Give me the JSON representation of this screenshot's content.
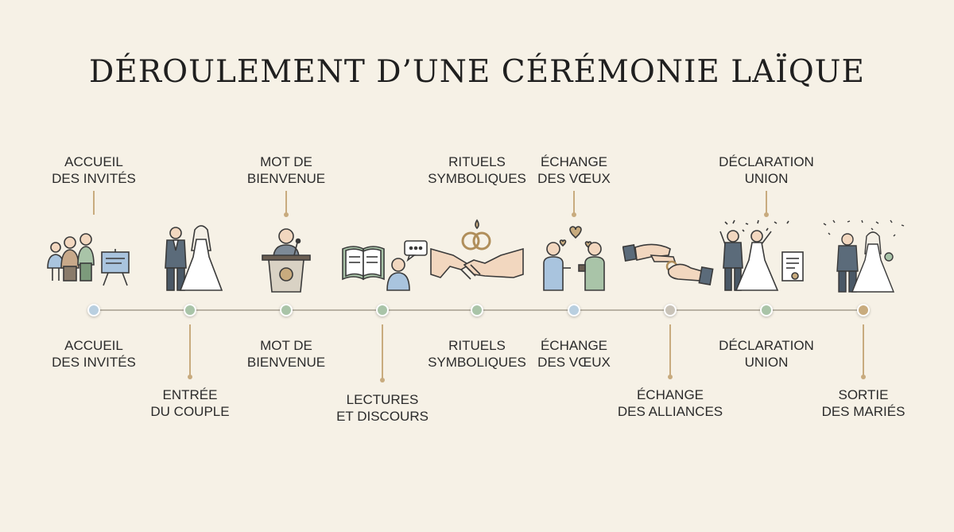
{
  "title": "DÉROULEMENT D’UNE CÉRÉMONIE LAÏQUE",
  "steps": [
    {
      "top": [
        "ACCUEIL",
        "DES INVITÉS"
      ],
      "bottom": [
        "ACCUEIL",
        "DES INVITÉS"
      ],
      "node_color": "#b9cfe0",
      "icon": "guests-welcome-icon"
    },
    {
      "top": [],
      "bottom": [
        "ENTRÉE",
        "DU COUPLE"
      ],
      "node_color": "#a9c4a8",
      "icon": "couple-entrance-icon"
    },
    {
      "top": [
        "MOT DE",
        "BIENVENUE"
      ],
      "bottom": [
        "MOT DE",
        "BIENVENUE"
      ],
      "node_color": "#a9c4a8",
      "icon": "podium-speaker-icon"
    },
    {
      "top": [],
      "bottom": [
        "LECTURES",
        "ET DISCOURS"
      ],
      "node_color": "#a9c4a8",
      "icon": "reading-speech-icon"
    },
    {
      "top": [
        "RITUELS",
        "SYMBOLIQUES"
      ],
      "bottom": [
        "RITUELS",
        "SYMBOLIQUES"
      ],
      "node_color": "#a9c4a8",
      "icon": "rings-handshake-icon"
    },
    {
      "top": [
        "ÉCHANGE",
        "DES VŒUX"
      ],
      "bottom": [
        "ÉCHANGE",
        "DES VŒUX"
      ],
      "node_color": "#b9cfe0",
      "icon": "vows-exchange-icon"
    },
    {
      "top": [],
      "bottom": [
        "ÉCHANGE",
        "DES ALLIANCES"
      ],
      "node_color": "#c9c3b8",
      "icon": "ring-exchange-hands-icon"
    },
    {
      "top": [
        "DÉCLARATION",
        "UNION"
      ],
      "bottom": [
        "DÉCLARATION",
        "UNION"
      ],
      "node_color": "#a9c4a8",
      "icon": "celebration-certificate-icon"
    },
    {
      "top": [],
      "bottom": [
        "SORTIE",
        "DES MARIÉS"
      ],
      "node_color": "#c8ab7e",
      "icon": "couple-exit-confetti-icon"
    }
  ]
}
